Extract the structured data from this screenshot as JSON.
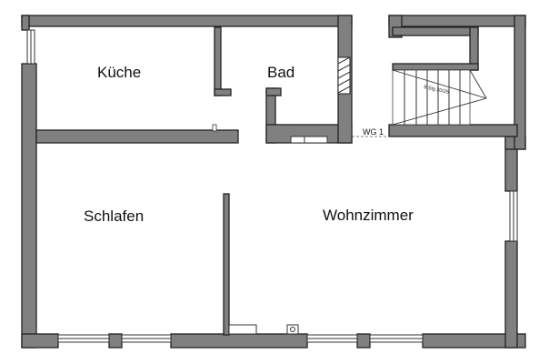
{
  "rooms": {
    "kueche": "Küche",
    "bad": "Bad",
    "schlafen": "Schlafen",
    "wohnzimmer": "Wohnzimmer"
  },
  "labels": {
    "wg": "WG 1",
    "stair": "8 Stg 20/25"
  },
  "colors": {
    "wall_fill": "#808080",
    "wall_stroke": "#222222",
    "background": "#ffffff"
  }
}
